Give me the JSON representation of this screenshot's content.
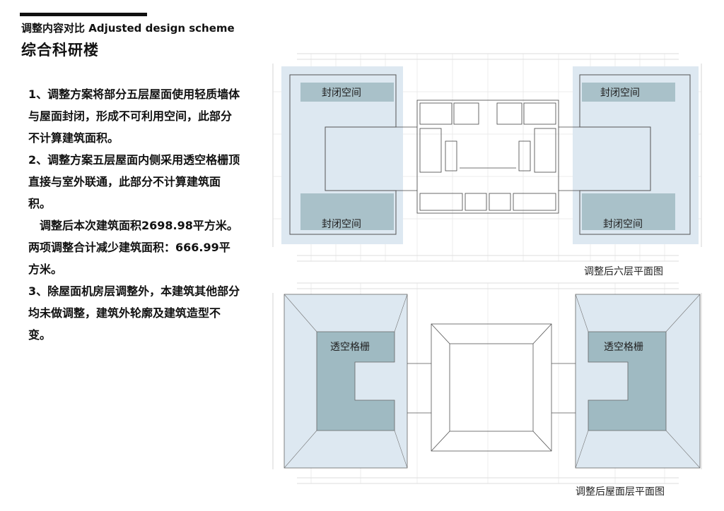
{
  "header": {
    "subtitle": "调整内容对比 Adjusted design scheme",
    "title": "综合科研楼"
  },
  "notes": [
    "1、调整方案将部分五层屋面使用轻质墙体与屋面封闭，形成不可利用空间，此部分不计算建筑面积。",
    "2、调整方案五层屋面内侧采用透空格栅顶直接与室外联通，此部分不计算建筑面积。",
    "　调整后本次建筑面积2698.98平方米。两项调整合计减少建筑面积：666.99平方米。",
    "3、除屋面机房层调整外，本建筑其他部分均未做调整，建筑外轮廓及建筑造型不变。"
  ],
  "sixth_floor": {
    "caption": "调整后六层平面图",
    "labels": [
      "封闭空间",
      "封闭空间",
      "封闭空间",
      "封闭空间"
    ]
  },
  "roof_floor": {
    "caption": "调整后屋面层平面图",
    "labels": [
      "透空格栅",
      "透空格栅"
    ]
  },
  "colors": {
    "zone_fill": "#dde8f1",
    "closed_space": "#a9c1c9",
    "lattice": "#9fbac2",
    "line": "#555555"
  }
}
